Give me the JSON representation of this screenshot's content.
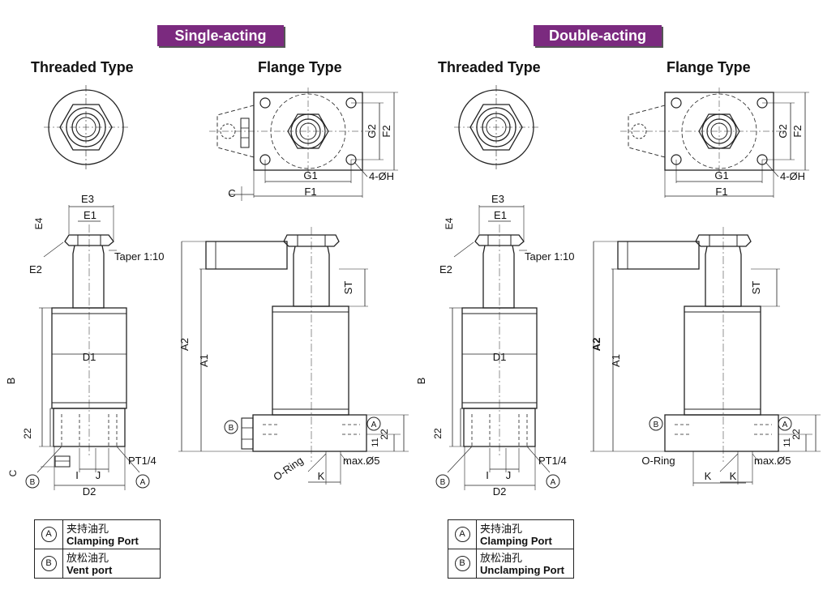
{
  "headers": {
    "single": "Single-acting",
    "double": "Double-acting"
  },
  "subtitles": {
    "single_threaded": "Threaded Type",
    "single_flange": "Flange Type",
    "double_threaded": "Threaded Type",
    "double_flange": "Flange Type"
  },
  "dims": {
    "E3": "E3",
    "E1": "E1",
    "E4": "E4",
    "E2": "E2",
    "taper": "Taper 1:10",
    "D1": "D1",
    "B": "B",
    "n22": "22",
    "C": "C",
    "I": "I",
    "J": "J",
    "D2": "D2",
    "PT": "PT1/4",
    "G1": "G1",
    "F1": "F1",
    "G2": "G2",
    "F2": "F2",
    "H": "4-ØH",
    "A1": "A1",
    "A2": "A2",
    "ST": "ST",
    "n11": "11",
    "oring": "O-Ring",
    "max5": "max.Ø5",
    "K": "K"
  },
  "markers": {
    "A": "A",
    "B": "B"
  },
  "legend_single": {
    "a_cn": "夹持油孔",
    "a_en": "Clamping Port",
    "b_cn": "放松油孔",
    "b_en": "Vent port"
  },
  "legend_double": {
    "a_cn": "夹持油孔",
    "a_en": "Clamping Port",
    "b_cn": "放松油孔",
    "b_en": "Unclamping Port"
  },
  "colors": {
    "banner": "#7b2a7f",
    "line": "#222222"
  }
}
